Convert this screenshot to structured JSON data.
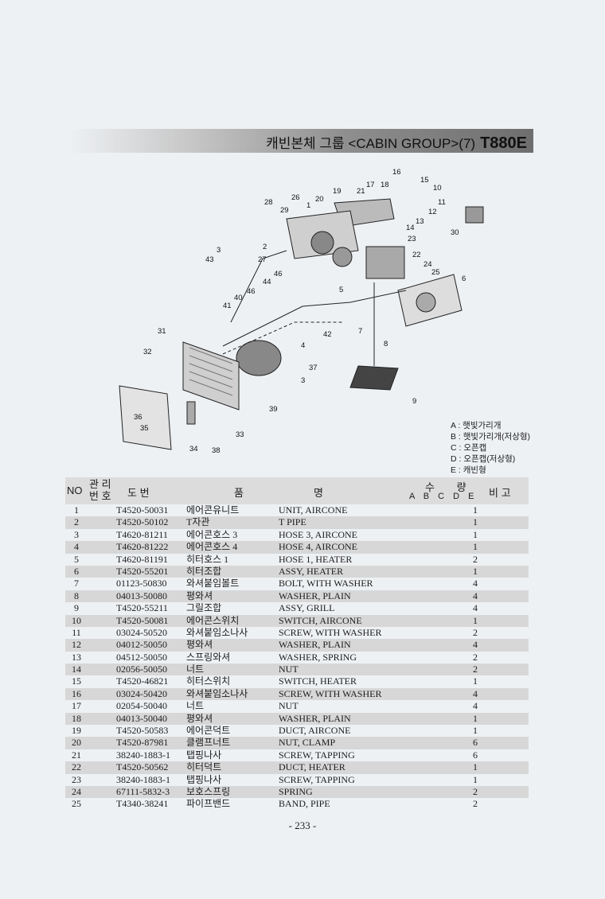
{
  "banner": {
    "title": "캐빈본체 그룹 <CABIN GROUP>(7)",
    "model": "T880E"
  },
  "legend": [
    "A : 햇빛가리개",
    "B : 햇빛가리개(저상형)",
    "C : 오픈캡",
    "D : 오픈캡(저상형)",
    "E : 캐빈형"
  ],
  "diagram_labels": [
    "16",
    "15",
    "17",
    "18",
    "10",
    "19",
    "21",
    "11",
    "28",
    "26",
    "20",
    "12",
    "29",
    "1",
    "13",
    "14",
    "30",
    "23",
    "2",
    "22",
    "27",
    "43",
    "3",
    "24",
    "46",
    "25",
    "44",
    "6",
    "5",
    "40",
    "46",
    "41",
    "42",
    "7",
    "31",
    "4",
    "8",
    "32",
    "37",
    "3",
    "9",
    "39",
    "36",
    "33",
    "35",
    "34",
    "38"
  ],
  "table": {
    "headers": {
      "no": "NO",
      "mgmt": "관 리\n번 호",
      "drawing": "도  번",
      "item": "품",
      "name": "명",
      "qty": "수 량",
      "qty_cols": "A B C D E",
      "remarks": "비 고"
    },
    "rows": [
      [
        "1",
        "T4520-50031",
        "에어콘유니트",
        "UNIT, AIRCONE",
        "1"
      ],
      [
        "2",
        "T4520-50102",
        "T자관",
        "T PIPE",
        "1"
      ],
      [
        "3",
        "T4620-81211",
        "에어콘호스 3",
        "HOSE 3, AIRCONE",
        "1"
      ],
      [
        "4",
        "T4620-81222",
        "에어콘호스 4",
        "HOSE 4, AIRCONE",
        "1"
      ],
      [
        "5",
        "T4620-81191",
        "히터호스 1",
        "HOSE 1, HEATER",
        "2"
      ],
      [
        "6",
        "T4520-55201",
        "히터조합",
        "ASSY, HEATER",
        "1"
      ],
      [
        "7",
        "01123-50830",
        "와셔붙임볼트",
        "BOLT, WITH WASHER",
        "4"
      ],
      [
        "8",
        "04013-50080",
        "평와셔",
        "WASHER, PLAIN",
        "4"
      ],
      [
        "9",
        "T4520-55211",
        "그릴조합",
        "ASSY, GRILL",
        "4"
      ],
      [
        "10",
        "T4520-50081",
        "에어콘스위치",
        "SWITCH, AIRCONE",
        "1"
      ],
      [
        "11",
        "03024-50520",
        "와셔붙임소나사",
        "SCREW, WITH WASHER",
        "2"
      ],
      [
        "12",
        "04012-50050",
        "평와셔",
        "WASHER, PLAIN",
        "4"
      ],
      [
        "13",
        "04512-50050",
        "스프링와셔",
        "WASHER, SPRING",
        "2"
      ],
      [
        "14",
        "02056-50050",
        "너트",
        "NUT",
        "2"
      ],
      [
        "15",
        "T4520-46821",
        "히터스위치",
        "SWITCH, HEATER",
        "1"
      ],
      [
        "16",
        "03024-50420",
        "와셔붙임소나사",
        "SCREW, WITH WASHER",
        "4"
      ],
      [
        "17",
        "02054-50040",
        "너트",
        "NUT",
        "4"
      ],
      [
        "18",
        "04013-50040",
        "평와셔",
        "WASHER, PLAIN",
        "1"
      ],
      [
        "19",
        "T4520-50583",
        "에어콘덕트",
        "DUCT, AIRCONE",
        "1"
      ],
      [
        "20",
        "T4520-87981",
        "클램프너트",
        "NUT, CLAMP",
        "6"
      ],
      [
        "21",
        "38240-1883-1",
        "탭핑나사",
        "SCREW, TAPPING",
        "6"
      ],
      [
        "22",
        "T4520-50562",
        "히터덕트",
        "DUCT, HEATER",
        "1"
      ],
      [
        "23",
        "38240-1883-1",
        "탭핑나사",
        "SCREW, TAPPING",
        "1"
      ],
      [
        "24",
        "67111-5832-3",
        "보호스프링",
        "SPRING",
        "2"
      ],
      [
        "25",
        "T4340-38241",
        "파이프밴드",
        "BAND, PIPE",
        "2"
      ]
    ]
  },
  "page_number": "- 233 -"
}
